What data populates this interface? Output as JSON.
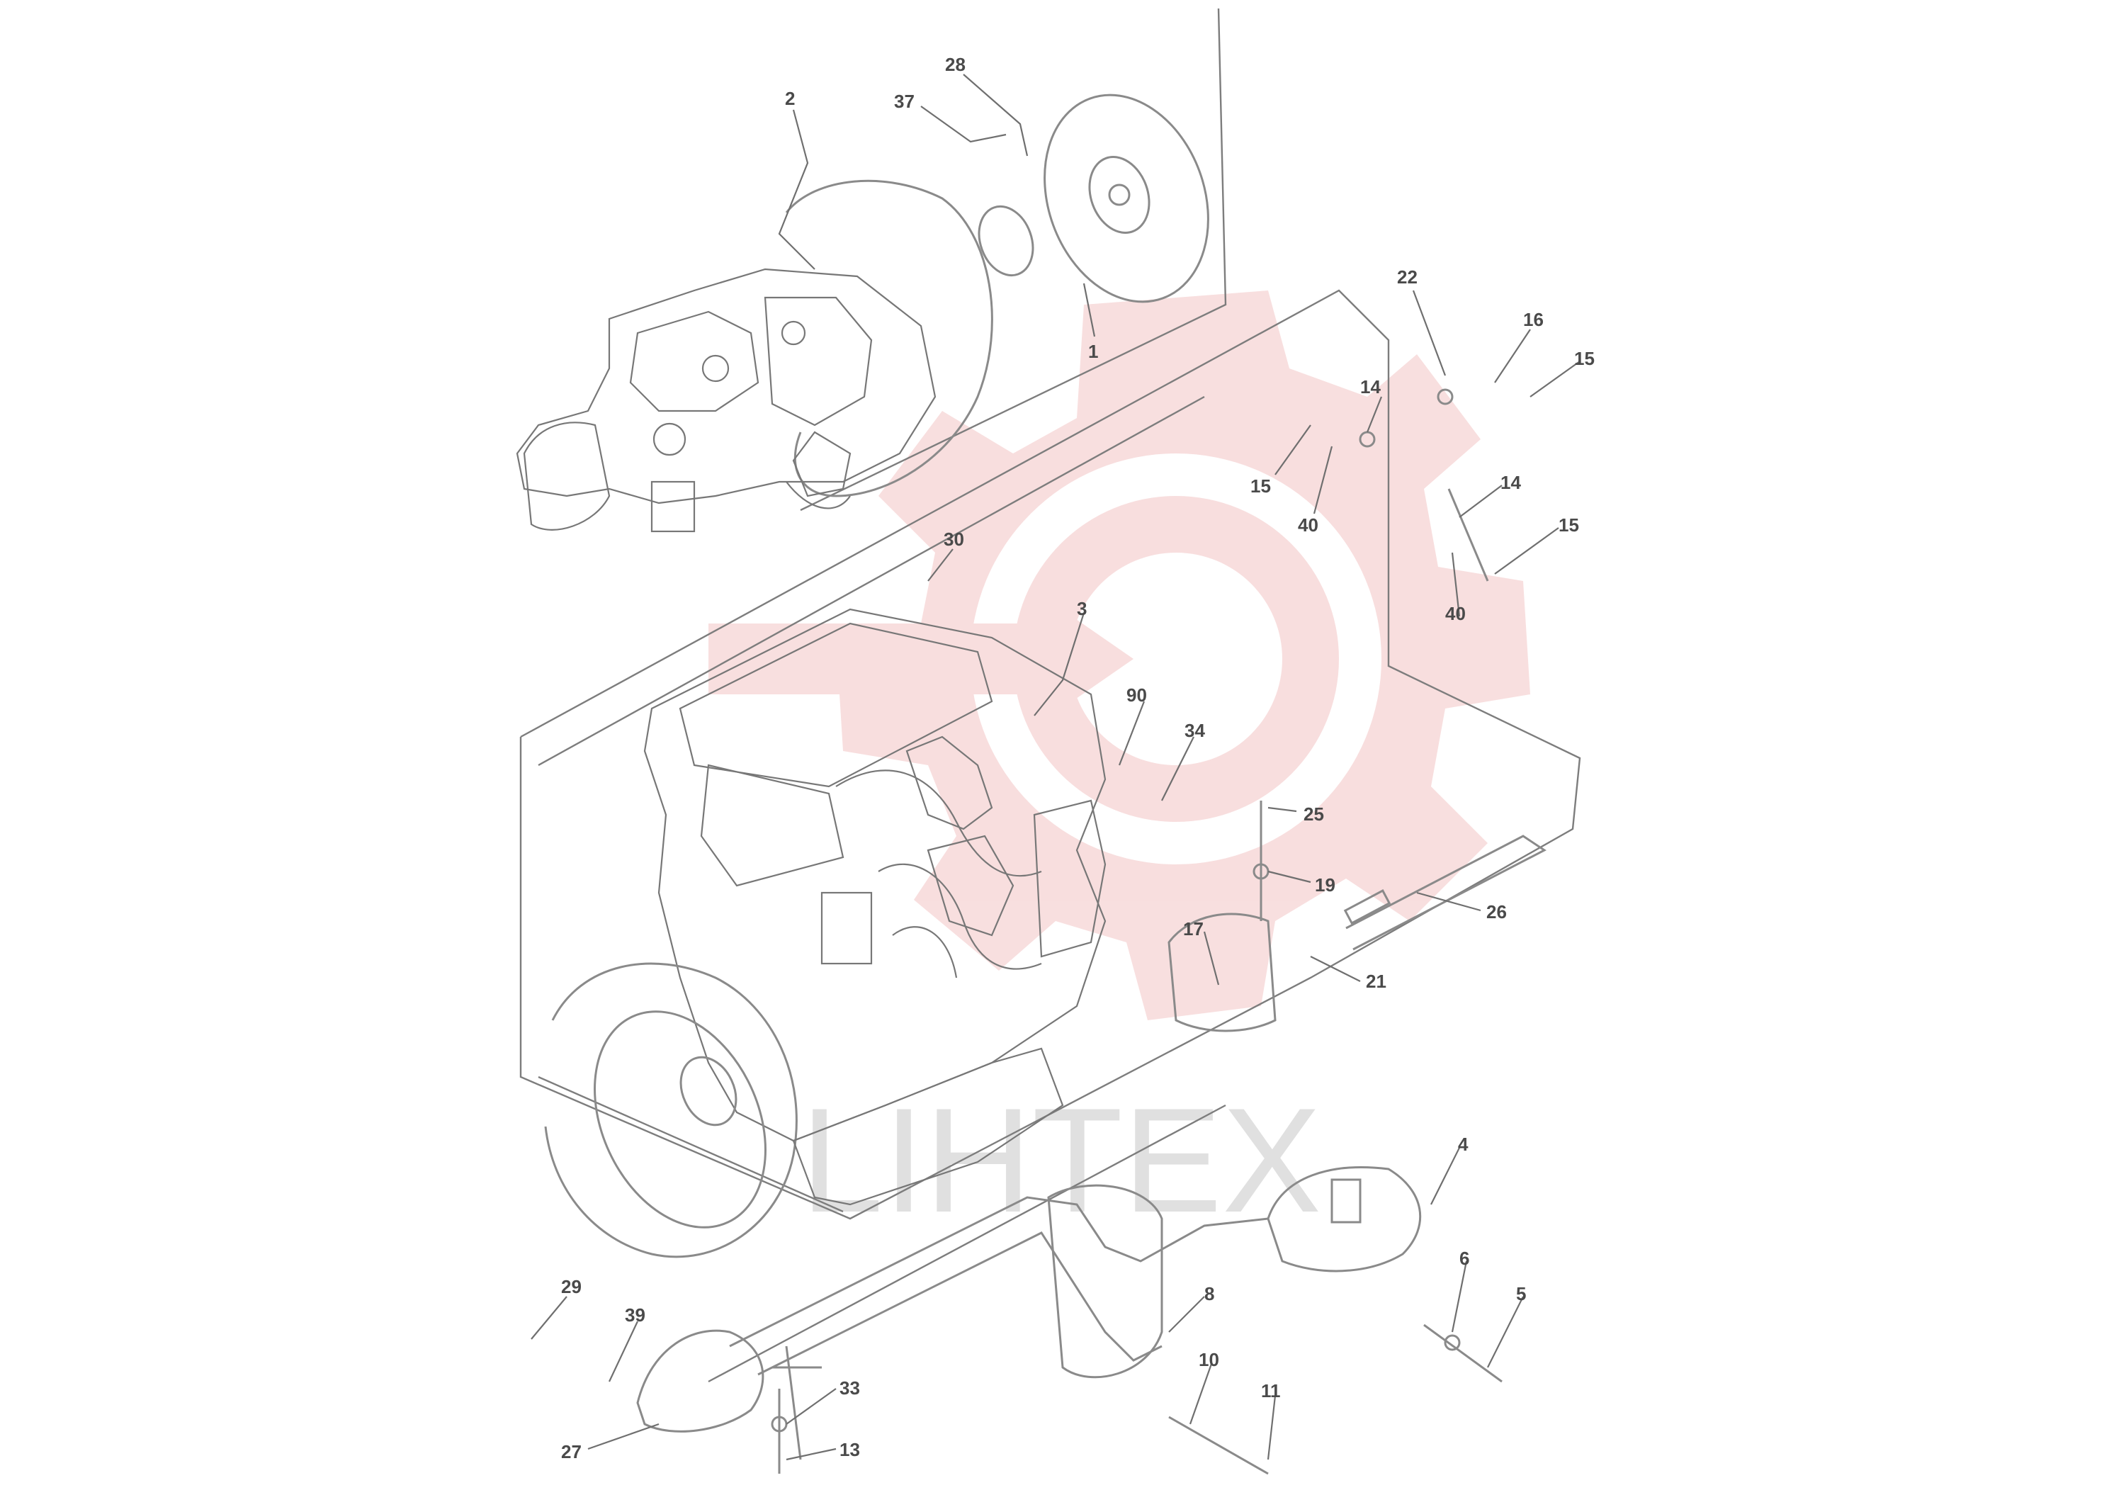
{
  "watermark": {
    "text": "LIHTEX",
    "logo_color": "#f3c4c4",
    "text_color": "#d9d9d9"
  },
  "callouts": [
    {
      "id": "c-top-2",
      "text": "2"
    },
    {
      "id": "c-top-37",
      "text": "37"
    },
    {
      "id": "c-top-28",
      "text": "28"
    },
    {
      "id": "c-top-1",
      "text": "1"
    },
    {
      "id": "c-22",
      "text": "22"
    },
    {
      "id": "c-16a",
      "text": "16"
    },
    {
      "id": "c-15a",
      "text": "15"
    },
    {
      "id": "c-14a",
      "text": "14"
    },
    {
      "id": "c-15b",
      "text": "15"
    },
    {
      "id": "c-40a",
      "text": "40"
    },
    {
      "id": "c-14b",
      "text": "14"
    },
    {
      "id": "c-15c",
      "text": "15"
    },
    {
      "id": "c-40b",
      "text": "40"
    },
    {
      "id": "c-30",
      "text": "30"
    },
    {
      "id": "c-3",
      "text": "3"
    },
    {
      "id": "c-90",
      "text": "90"
    },
    {
      "id": "c-34",
      "text": "34"
    },
    {
      "id": "c-25",
      "text": "25"
    },
    {
      "id": "c-19",
      "text": "19"
    },
    {
      "id": "c-26",
      "text": "26"
    },
    {
      "id": "c-17",
      "text": "17"
    },
    {
      "id": "c-21",
      "text": "21"
    },
    {
      "id": "c-4",
      "text": "4"
    },
    {
      "id": "c-6",
      "text": "6"
    },
    {
      "id": "c-5",
      "text": "5"
    },
    {
      "id": "c-8",
      "text": "8"
    },
    {
      "id": "c-10",
      "text": "10"
    },
    {
      "id": "c-11",
      "text": "11"
    },
    {
      "id": "c-29",
      "text": "29"
    },
    {
      "id": "c-39",
      "text": "39"
    },
    {
      "id": "c-33",
      "text": "33"
    },
    {
      "id": "c-27",
      "text": "27"
    },
    {
      "id": "c-13",
      "text": "13"
    }
  ]
}
